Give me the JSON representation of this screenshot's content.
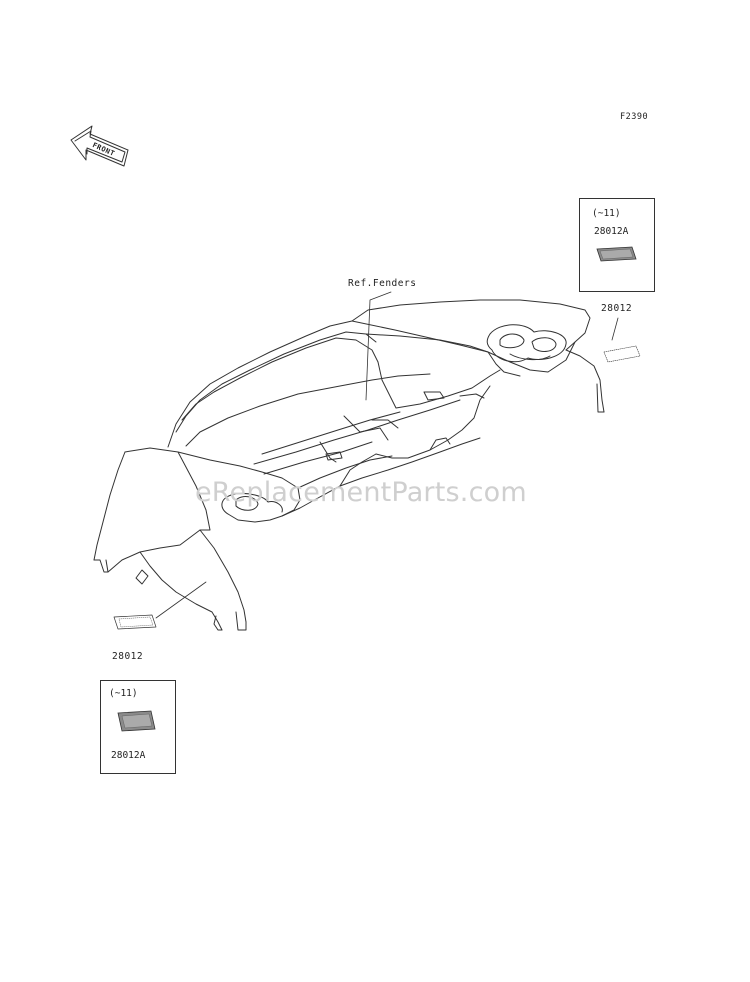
{
  "diagram": {
    "figure_code": "F2390",
    "front_label": "FRONT",
    "ref_label": "Ref.Fenders",
    "parts": [
      {
        "number": "28012",
        "position": "right"
      },
      {
        "number": "28012",
        "position": "left"
      }
    ],
    "insets": [
      {
        "range": "(~11)",
        "part_number": "28012A",
        "position": "top-right"
      },
      {
        "range": "(~11)",
        "part_number": "28012A",
        "position": "bottom-left"
      }
    ],
    "watermark": "eReplacementParts.com",
    "line_color": "#333333"
  }
}
